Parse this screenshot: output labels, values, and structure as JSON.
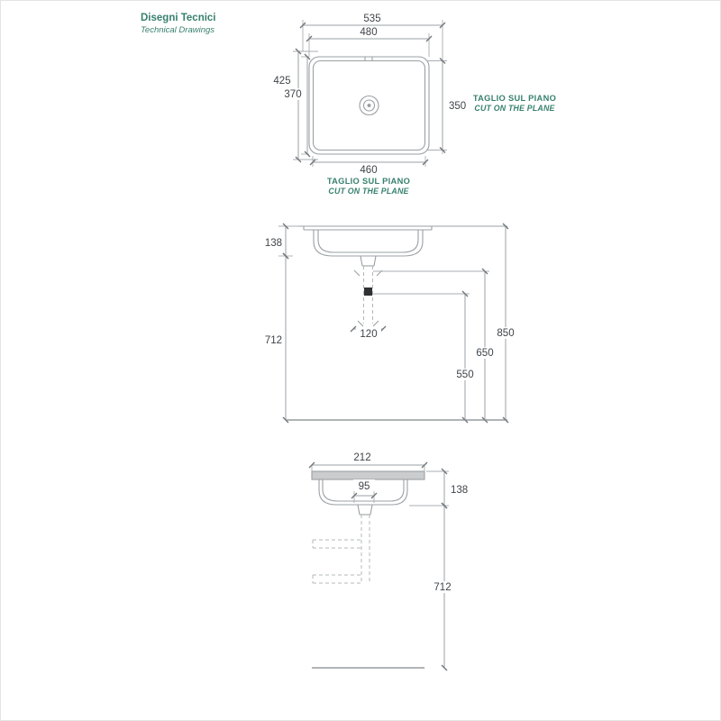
{
  "header": {
    "title": "Disegni Tecnici",
    "subtitle": "Technical Drawings"
  },
  "colors": {
    "accent_teal": "#37806e",
    "line_gray": "#9aa0a4",
    "dim_text": "#3f4448",
    "slab_fill": "#caccce"
  },
  "top_view": {
    "cut_label_it": "TAGLIO SUL PIANO",
    "cut_label_en": "CUT ON THE PLANE",
    "dims": {
      "cut_width": "535",
      "outer_width": "480",
      "cut_depth": "425",
      "outer_depth": "370",
      "right_depth": "350",
      "bottom_width": "460"
    }
  },
  "front_view": {
    "dims": {
      "basin_height": "138",
      "clearance_height": "712",
      "drain_width": "120",
      "worktop_height": "850",
      "mid_height": "650",
      "trap_height": "550"
    }
  },
  "side_view": {
    "dims": {
      "top_depth": "212",
      "drain_offset": "95",
      "basin_height": "138",
      "clearance_height": "712"
    }
  }
}
